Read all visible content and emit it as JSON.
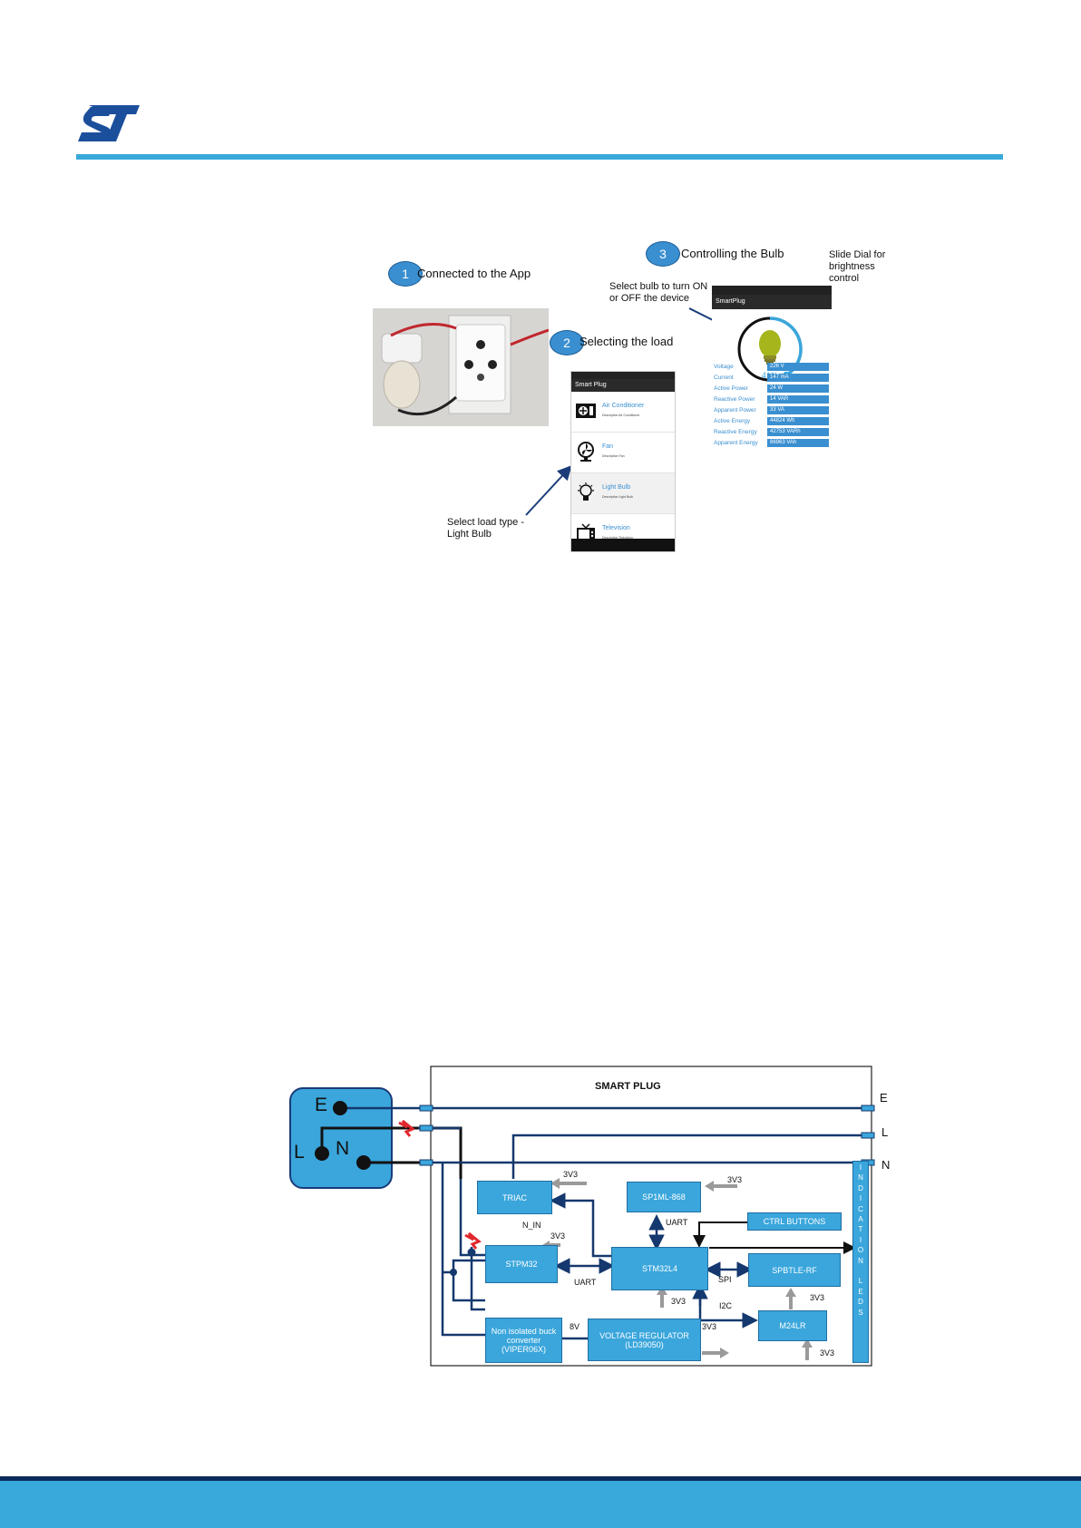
{
  "header": {
    "logo_icon": "st-logo-icon",
    "accent_color": "#39a9dc"
  },
  "figure_app": {
    "step1": {
      "number": "1",
      "label": "Connected to the App"
    },
    "step2": {
      "number": "2",
      "label": "Selecting the load"
    },
    "step3": {
      "number": "3",
      "label": "Controlling the Bulb"
    },
    "annotation_select_bulb": [
      "Select bulb to turn ON",
      "or OFF the device"
    ],
    "annotation_slide_dial": [
      "Slide Dial for",
      "brightness",
      "control"
    ],
    "annotation_load_type": [
      "Select load type -",
      "Light Bulb"
    ],
    "load_screen": {
      "app_title": "Smart Plug",
      "items": [
        {
          "label": "Air Conditioner",
          "desc": "Description Air Conditioner",
          "icon": "air-conditioner-icon"
        },
        {
          "label": "Fan",
          "desc": "Description Fan",
          "icon": "fan-icon"
        },
        {
          "label": "Light Bulb",
          "desc": "Description Light Bulb",
          "icon": "light-bulb-icon"
        },
        {
          "label": "Television",
          "desc": "Description Television",
          "icon": "television-icon"
        }
      ]
    },
    "control_screen": {
      "app_title": "SmartPlug",
      "brightness_text": "41%",
      "brightness_value": 41,
      "measurements": [
        {
          "label": "Voltage",
          "value": "226 V"
        },
        {
          "label": "Current",
          "value": "147 mA"
        },
        {
          "label": "Active Power",
          "value": "24 W"
        },
        {
          "label": "Reactive Power",
          "value": "14 VAR"
        },
        {
          "label": "Apparent Power",
          "value": "33 VA"
        },
        {
          "label": "Active Energy",
          "value": "44824 Wh"
        },
        {
          "label": "Reactive Energy",
          "value": "42753 VARh"
        },
        {
          "label": "Apparent Energy",
          "value": "86963 VAh"
        }
      ]
    }
  },
  "figure_block": {
    "title": "SMART PLUG",
    "socket_labels": {
      "e": "E",
      "l": "L",
      "n": "N"
    },
    "rail_labels": {
      "e": "E",
      "l": "L",
      "n": "N"
    },
    "blocks": {
      "triac": "TRIAC",
      "spirit": "SP1ML-868",
      "ctrl_buttons": "CTRL BUTTONS",
      "stpm32": "STPM32",
      "stm32": "STM32L4",
      "bluetooth": "SPBTLE-RF",
      "nfc": "M24LR",
      "buck": [
        "Non isolated buck",
        "converter",
        "(VIPER06X)"
      ],
      "regulator": [
        "VOLTAGE REGULATOR",
        "(LD39050)"
      ],
      "leds": "INDICATION LEDS"
    },
    "signals": {
      "v3_1": "3V3",
      "v3_2": "3V3",
      "v3_3": "3V3",
      "v3_4": "3V3",
      "v3_5": "3V3",
      "v3_6": "3V3",
      "v3_7": "3V3",
      "n_in": "N_IN",
      "uart_top": "UART",
      "uart_left": "UART",
      "spi": "SPI",
      "i2c": "I2C",
      "v8": "8V"
    }
  }
}
